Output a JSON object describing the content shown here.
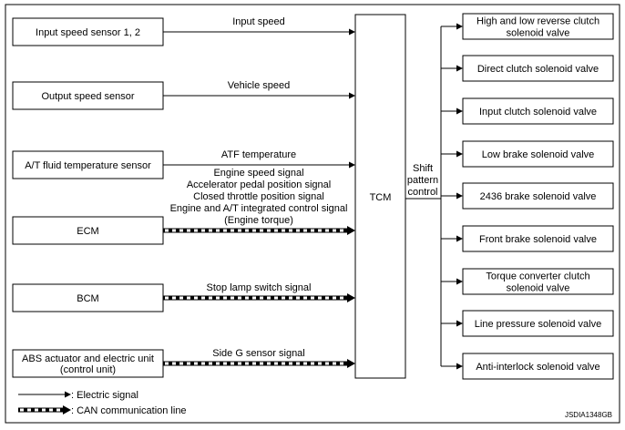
{
  "inputs": [
    {
      "id": "input-speed-sensor",
      "lines": [
        "Input speed sensor 1, 2"
      ],
      "signal_type": "electric",
      "signal_lines": [
        "Input speed"
      ]
    },
    {
      "id": "output-speed-sensor",
      "lines": [
        "Output speed sensor"
      ],
      "signal_type": "electric",
      "signal_lines": [
        "Vehicle speed"
      ]
    },
    {
      "id": "fluid-temp-sensor",
      "lines": [
        "A/T fluid temperature sensor"
      ],
      "signal_type": "electric",
      "signal_lines": [
        "ATF temperature"
      ]
    },
    {
      "id": "ecm",
      "lines": [
        "ECM"
      ],
      "signal_type": "can",
      "signal_lines": [
        "Engine speed signal",
        "Accelerator pedal position signal",
        "Closed throttle position signal",
        "Engine and A/T integrated control signal",
        "(Engine torque)"
      ]
    },
    {
      "id": "bcm",
      "lines": [
        "BCM"
      ],
      "signal_type": "can",
      "signal_lines": [
        "Stop lamp switch signal"
      ]
    },
    {
      "id": "abs-unit",
      "lines": [
        "ABS actuator and electric unit",
        "(control unit)"
      ],
      "signal_type": "can",
      "signal_lines": [
        "Side G sensor signal"
      ]
    }
  ],
  "controller": {
    "label": "TCM"
  },
  "output_signal": {
    "lines": [
      "Shift",
      "pattern",
      "control"
    ]
  },
  "outputs": [
    {
      "id": "high-low-reverse-clutch",
      "lines": [
        "High and low reverse clutch",
        "solenoid valve"
      ]
    },
    {
      "id": "direct-clutch",
      "lines": [
        "Direct clutch solenoid valve"
      ]
    },
    {
      "id": "input-clutch",
      "lines": [
        "Input clutch solenoid valve"
      ]
    },
    {
      "id": "low-brake",
      "lines": [
        "Low brake solenoid valve"
      ]
    },
    {
      "id": "brake-2436",
      "lines": [
        "2436 brake solenoid valve"
      ]
    },
    {
      "id": "front-brake",
      "lines": [
        "Front brake solenoid valve"
      ]
    },
    {
      "id": "torque-converter-clutch",
      "lines": [
        "Torque converter clutch",
        "solenoid valve"
      ]
    },
    {
      "id": "line-pressure",
      "lines": [
        "Line pressure solenoid valve"
      ]
    },
    {
      "id": "anti-interlock",
      "lines": [
        "Anti-interlock solenoid valve"
      ]
    }
  ],
  "legend": {
    "electric": ": Electric signal",
    "can": ": CAN communication line"
  },
  "figure_code": "JSDIA1348GB"
}
